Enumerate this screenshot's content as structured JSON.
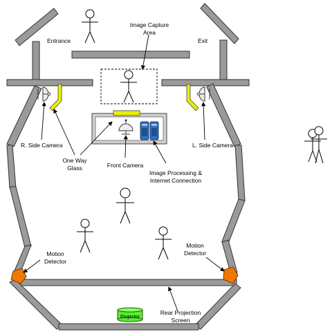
{
  "colors": {
    "wall": "#9a9a9a",
    "glass": "#e8f000",
    "motion_detector": "#f07800",
    "projector": "#55ee33",
    "server": "#2f6fc8"
  },
  "labels": {
    "entrance": "Entrance",
    "exit": "Exit",
    "capture_area_line1": "Image Capture",
    "capture_area_line2": "Area",
    "r_side_camera": "R. Side Camera",
    "l_side_camera": "L. Side Camera",
    "one_way_glass_line1": "One Way",
    "one_way_glass_line2": "Glass",
    "front_camera": "Front Camera",
    "processing_line1": "Image  Processing &",
    "processing_line2": "Internet Connection",
    "motion_left_line1": "Motion",
    "motion_left_line2": "Detector",
    "motion_right_line1": "Motion",
    "motion_right_line2": "Detector",
    "rear_screen_line1": "Rear Projection",
    "rear_screen_line2": "Screen",
    "projector": "Projector"
  }
}
